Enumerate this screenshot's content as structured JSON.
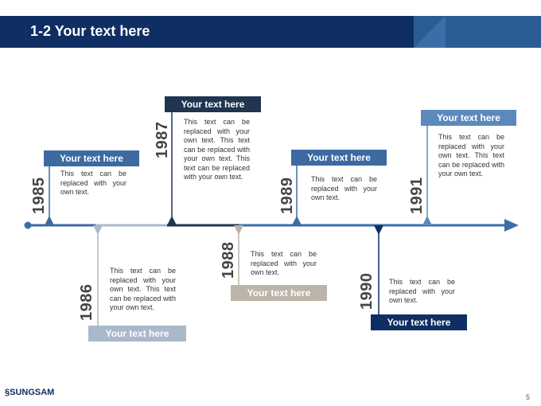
{
  "header": {
    "title": "1-2 Your text here"
  },
  "colors": {
    "navy": "#0f2e63",
    "steel": "#3d6aa0",
    "slate": "#1f3550",
    "light_blue": "#5b89bd",
    "pale": "#aab8cc",
    "beige": "#bdb3a8",
    "axis": "#3b6ea8"
  },
  "events": [
    {
      "year": "1985",
      "title": "Your text here",
      "text": "This text can be replaced with your own text."
    },
    {
      "year": "1986",
      "title": "Your text here",
      "text": "This text can be replaced with your own text. This text can be replaced with your own text."
    },
    {
      "year": "1987",
      "title": "Your text here",
      "text": "This text can be replaced with your own text. This text can be replaced with your own text. This text can be replaced with your own text."
    },
    {
      "year": "1988",
      "title": "Your text here",
      "text": "This text can be replaced with your own text."
    },
    {
      "year": "1989",
      "title": "Your text here",
      "text": "This text can be replaced with your own text."
    },
    {
      "year": "1990",
      "title": "Your text here",
      "text": "This text can be replaced with your own text."
    },
    {
      "year": "1991",
      "title": "Your text here",
      "text": "This text can be replaced with your own text. This text can be replaced with your own text."
    }
  ],
  "footer": {
    "logo": "SUNGSAM",
    "page": "5"
  }
}
